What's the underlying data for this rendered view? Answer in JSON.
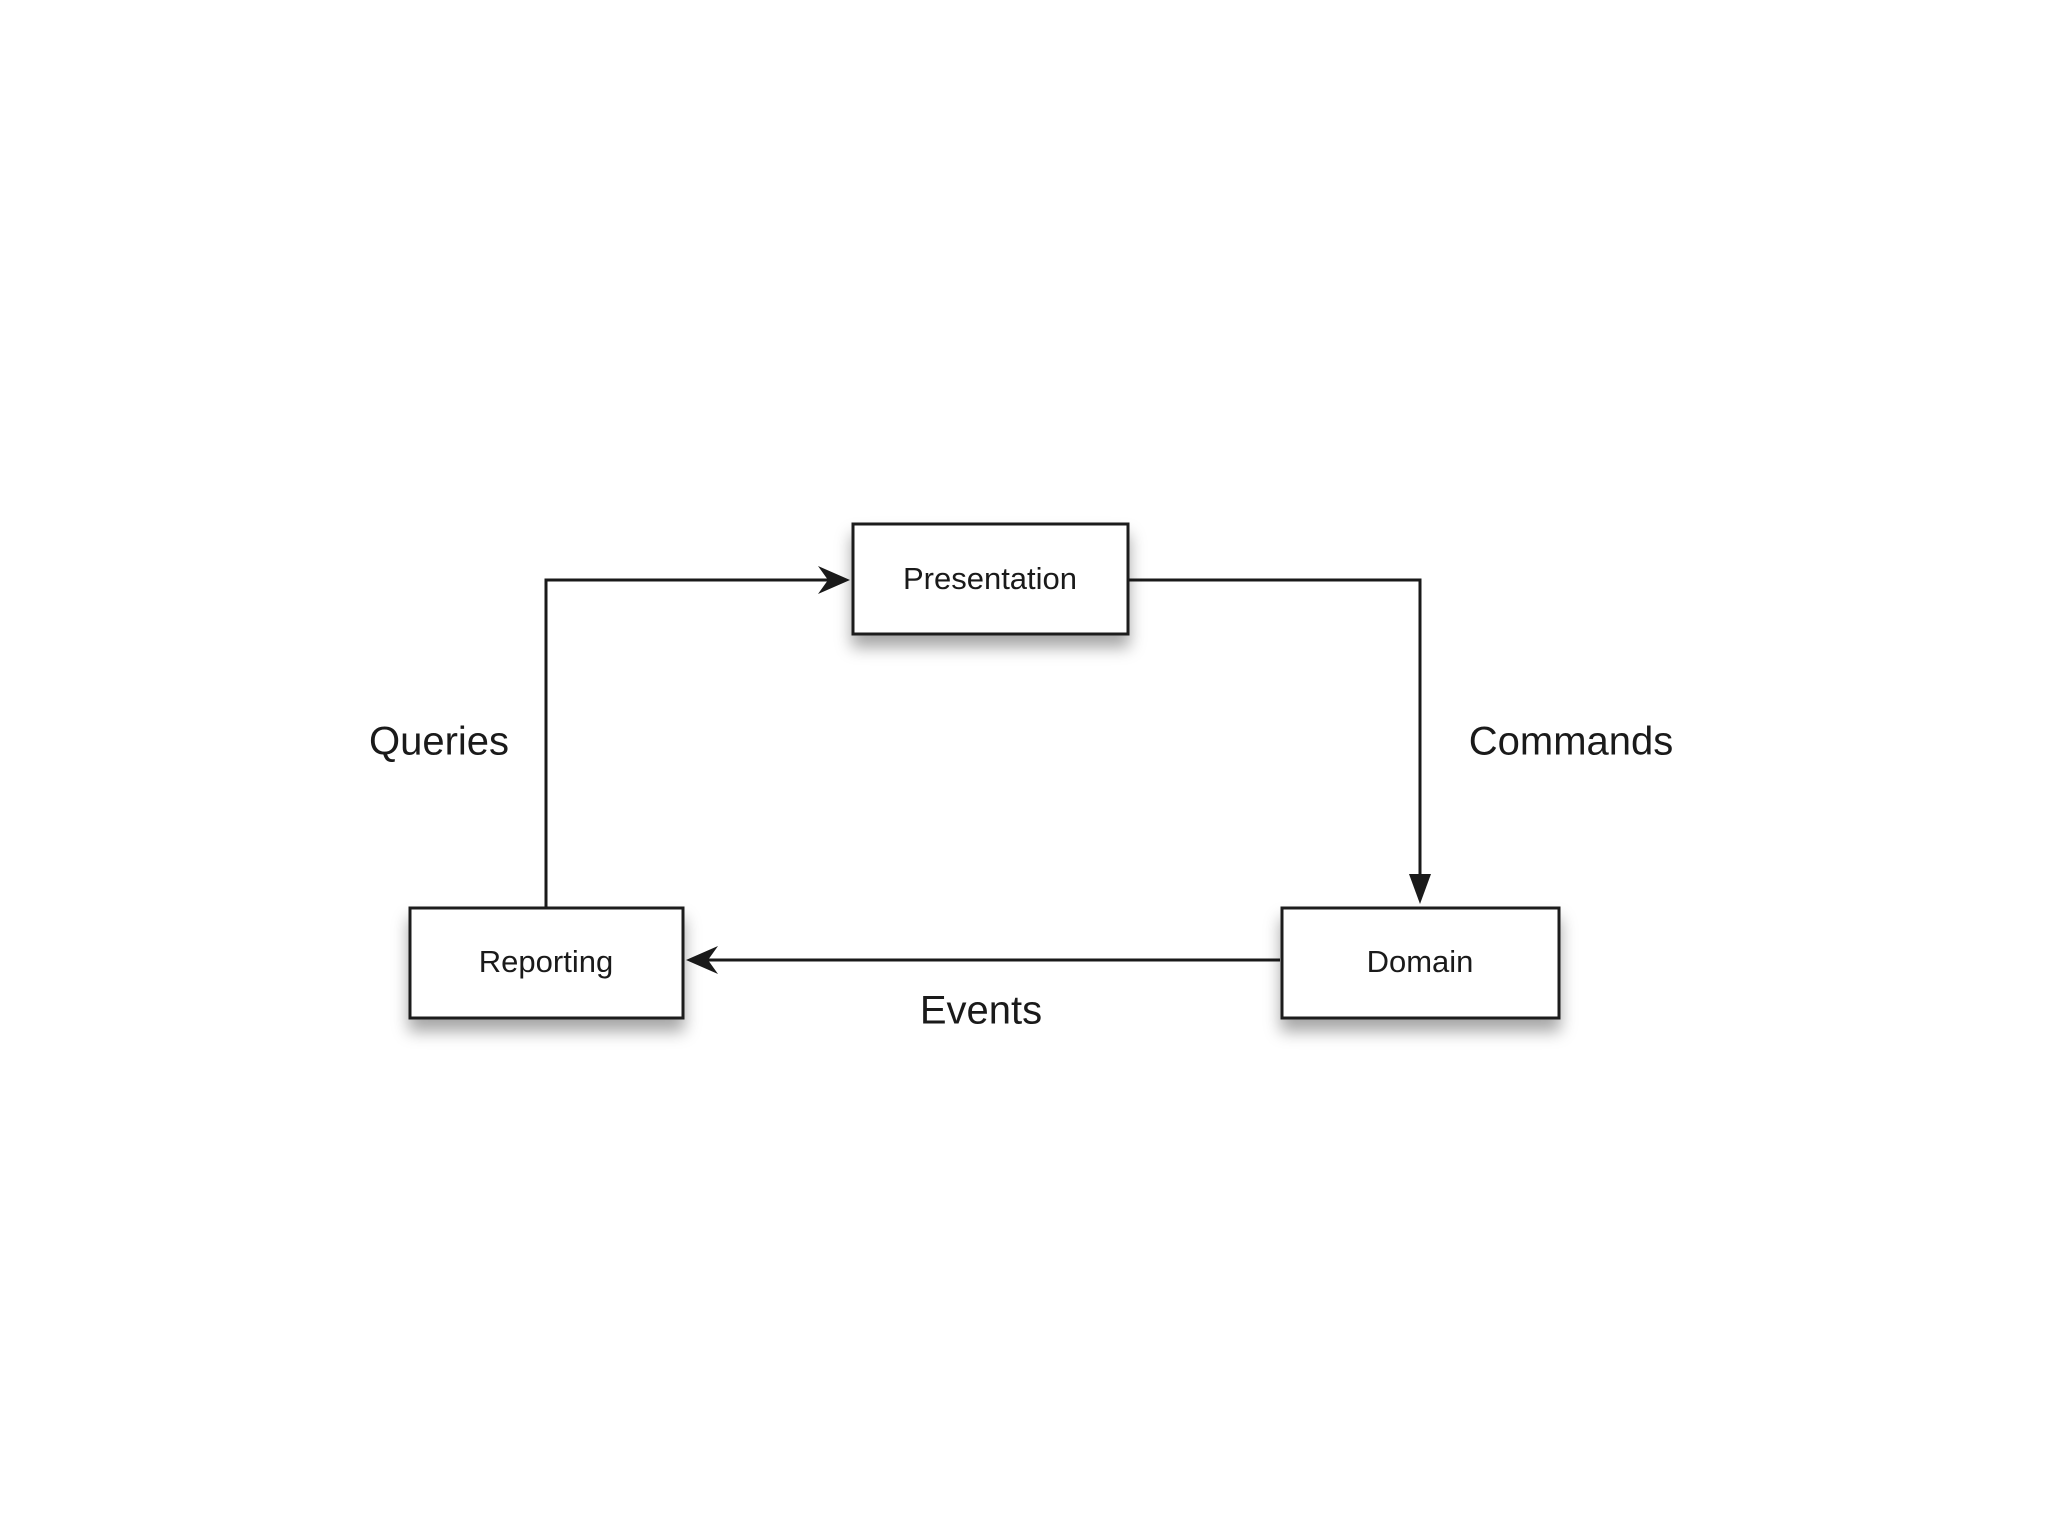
{
  "diagram": {
    "nodes": {
      "presentation": {
        "label": "Presentation"
      },
      "reporting": {
        "label": "Reporting"
      },
      "domain": {
        "label": "Domain"
      }
    },
    "edges": {
      "queries": {
        "from": "Reporting",
        "to": "Presentation",
        "label": "Queries"
      },
      "commands": {
        "from": "Presentation",
        "to": "Domain",
        "label": "Commands"
      },
      "events": {
        "from": "Domain",
        "to": "Reporting",
        "label": "Events"
      }
    },
    "colors": {
      "stroke": "#1a1a1a",
      "box_fill": "#ffffff",
      "background": "#ffffff"
    }
  }
}
